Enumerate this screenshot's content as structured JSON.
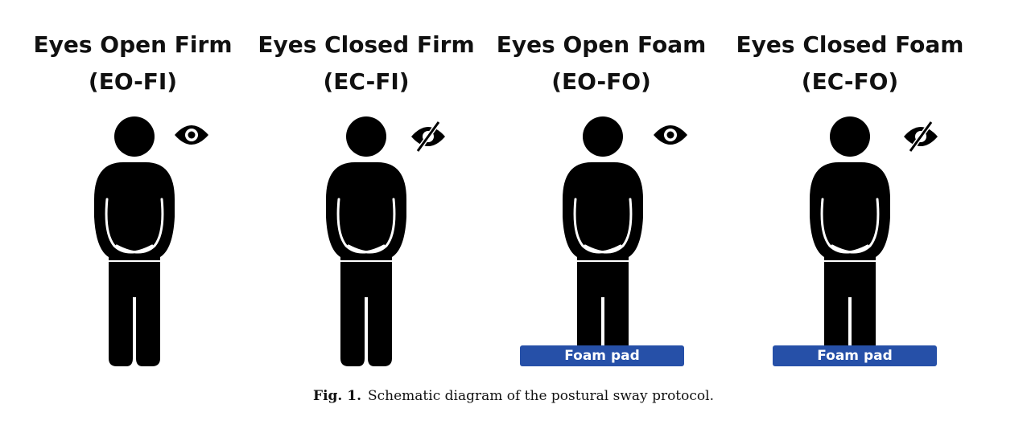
{
  "colors": {
    "figure": "#000000",
    "pad": "#2650a8"
  },
  "panels": [
    {
      "title": "Eyes Open Firm",
      "code": "(EO-FI)",
      "eye": "eye-open-icon",
      "pad": ""
    },
    {
      "title": "Eyes Closed Firm",
      "code": "(EC-FI)",
      "eye": "eye-closed-icon",
      "pad": ""
    },
    {
      "title": "Eyes Open Foam",
      "code": "(EO-FO)",
      "eye": "eye-open-icon",
      "pad": "Foam pad"
    },
    {
      "title": "Eyes Closed Foam",
      "code": "(EC-FO)",
      "eye": "eye-closed-icon",
      "pad": "Foam pad"
    }
  ],
  "caption": {
    "label": "Fig. 1.",
    "text": "Schematic diagram of the postural sway protocol."
  }
}
